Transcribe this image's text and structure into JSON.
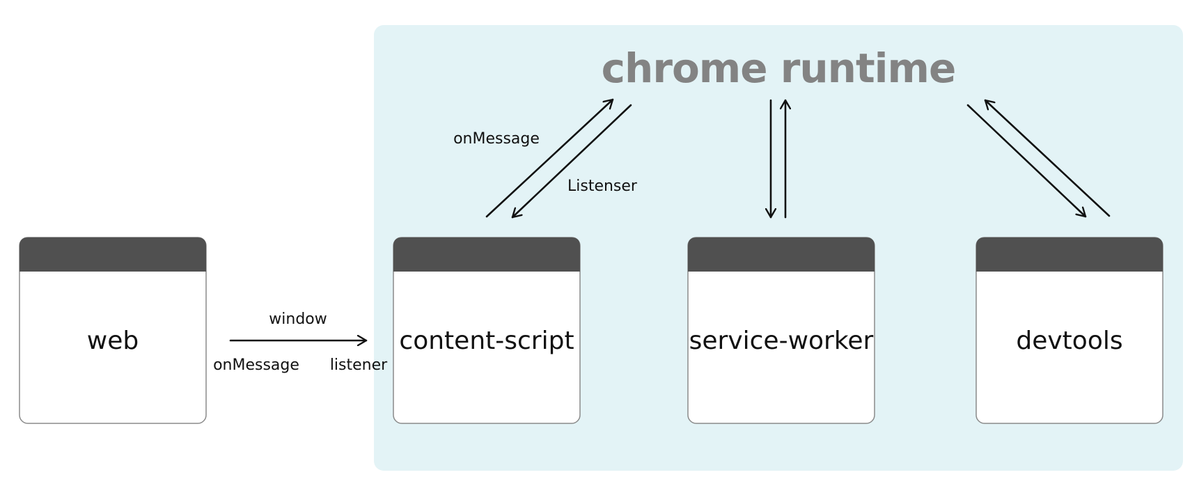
{
  "colors": {
    "region_fill": "#e3f3f6",
    "region_title": "#838383",
    "window_header": "#505050",
    "window_body": "#ffffff",
    "window_border": "#8a8a8a",
    "arrow": "#111111",
    "text": "#111111"
  },
  "region": {
    "title": "chrome runtime"
  },
  "nodes": {
    "web": {
      "label": "web"
    },
    "content_script": {
      "label": "content-script"
    },
    "service_worker": {
      "label": "service-worker"
    },
    "devtools": {
      "label": "devtools"
    }
  },
  "edges": {
    "web_to_content": {
      "label_top": "window",
      "label_left": "onMessage",
      "label_right": "listener"
    },
    "content_runtime": {
      "label_up": "onMessage",
      "label_down": "Listenser"
    }
  }
}
